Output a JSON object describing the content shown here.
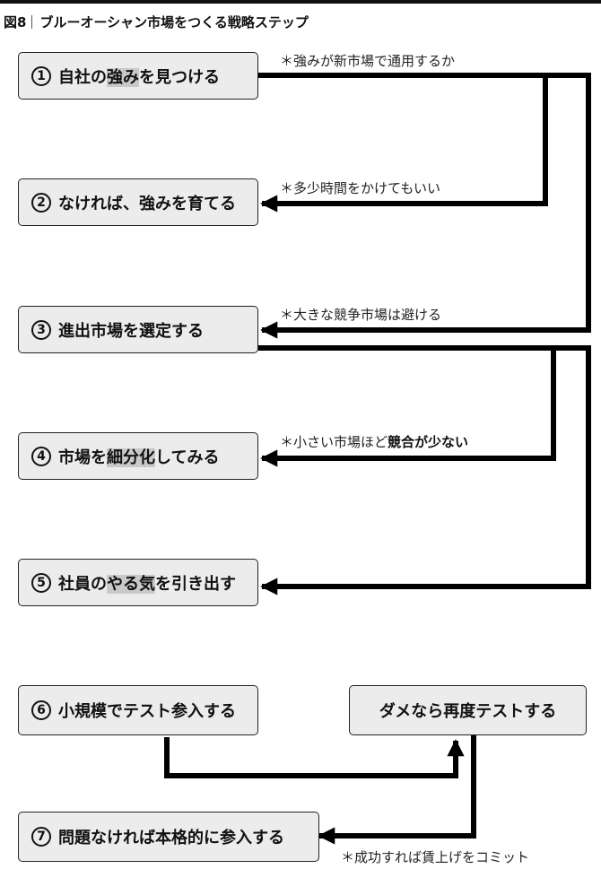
{
  "figure": {
    "number": "図8",
    "title": "ブルーオーシャン市場をつくる戦略ステップ"
  },
  "steps": [
    {
      "num": "1",
      "pre": "自社の",
      "hl": "強み",
      "post": "を見つける"
    },
    {
      "num": "2",
      "pre": "なければ、強みを育てる",
      "hl": "",
      "post": ""
    },
    {
      "num": "3",
      "pre": "進出市場を選定する",
      "hl": "",
      "post": ""
    },
    {
      "num": "4",
      "pre": "市場を",
      "hl": "細分化",
      "post": "してみる"
    },
    {
      "num": "5",
      "pre": "社員の",
      "hl": "やる気",
      "post": "を引き出す"
    },
    {
      "num": "6",
      "pre": "小規模でテスト参入する",
      "hl": "",
      "post": ""
    },
    {
      "num": "7",
      "pre": "問題なければ本格的に参入する",
      "hl": "",
      "post": ""
    }
  ],
  "retest_box": "ダメなら再度テストする",
  "notes": {
    "n1": "＊強みが新市場で通用するか",
    "n2": "＊多少時間をかけてもいい",
    "n3": "＊大きな競争市場は避ける",
    "n4_pre": "＊小さい市場ほど",
    "n4_bold": "競合が少ない",
    "n5": "＊成功すれば賃上げをコミット"
  },
  "colors": {
    "box_fill": "#ececec",
    "highlight": "#c9c9c9",
    "line": "#000000"
  }
}
